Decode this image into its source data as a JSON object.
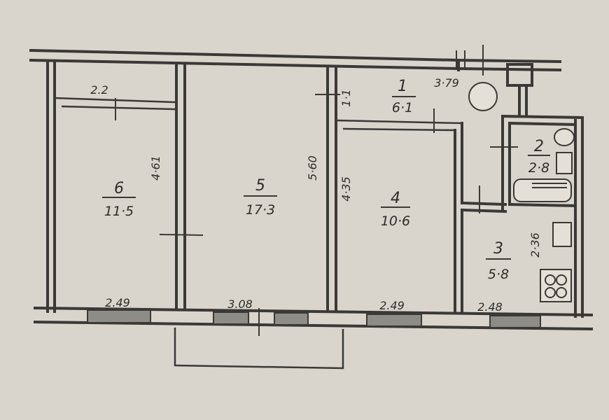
{
  "rooms": [
    {
      "no": "1",
      "area": "6·1"
    },
    {
      "no": "2",
      "area": "2·8"
    },
    {
      "no": "3",
      "area": "5·8"
    },
    {
      "no": "4",
      "area": "10·6"
    },
    {
      "no": "5",
      "area": "17·3"
    },
    {
      "no": "6",
      "area": "11·5"
    }
  ],
  "dimensions": {
    "pantry_width": "2.2",
    "room6_depth": "4·61",
    "room5_depth": "5·60",
    "room4_depth": "4·35",
    "kitchen_depth": "2·36",
    "hall_depth": "1·1",
    "hall_width": "3·79",
    "bottom_room6": "2.49",
    "bottom_room5": "3.08",
    "bottom_room4": "2.49",
    "bottom_kitchen": "2.48"
  }
}
